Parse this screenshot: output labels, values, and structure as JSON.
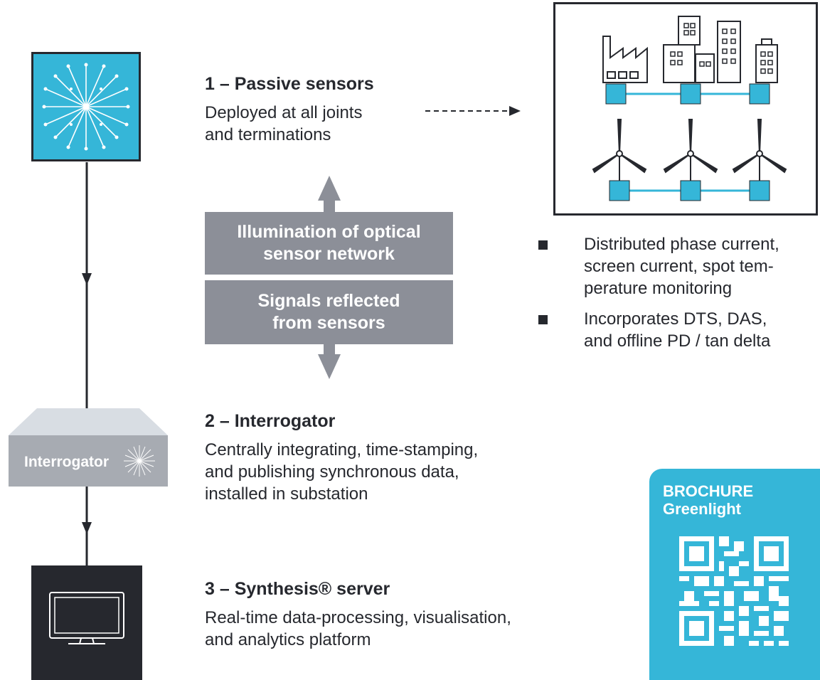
{
  "steps": {
    "passive": {
      "title": "1 – Passive sensors",
      "desc_lines": [
        "Deployed at all joints",
        "and terminations"
      ]
    },
    "interrogator": {
      "title": "2 – Interrogator",
      "desc_lines": [
        "Centrally integrating, time-stamping,",
        "and publishing synchronous data,",
        "installed in substation"
      ],
      "device_label": "Interrogator"
    },
    "server": {
      "title": "3 – Synthesis® server",
      "desc_lines": [
        "Real-time data-processing, visualisation,",
        "and analytics platform"
      ]
    }
  },
  "signal_boxes": [
    {
      "lines": [
        "Illumination of optical",
        "sensor network"
      ]
    },
    {
      "lines": [
        "Signals reflected",
        "from sensors"
      ]
    }
  ],
  "bullets": [
    {
      "lines": [
        "Distributed phase current,",
        "screen current, spot tem-",
        "perature monitoring"
      ]
    },
    {
      "lines": [
        "Incorporates DTS, DAS,",
        "and offline PD / tan delta"
      ]
    }
  ],
  "brochure": {
    "line1": "BROCHURE",
    "line2": "Greenlight"
  },
  "colors": {
    "accent": "#35b6d8",
    "dark": "#26282e",
    "gray": "#8c8f98",
    "device_gray": "#a7abb2",
    "device_top": "#d8dde3"
  }
}
